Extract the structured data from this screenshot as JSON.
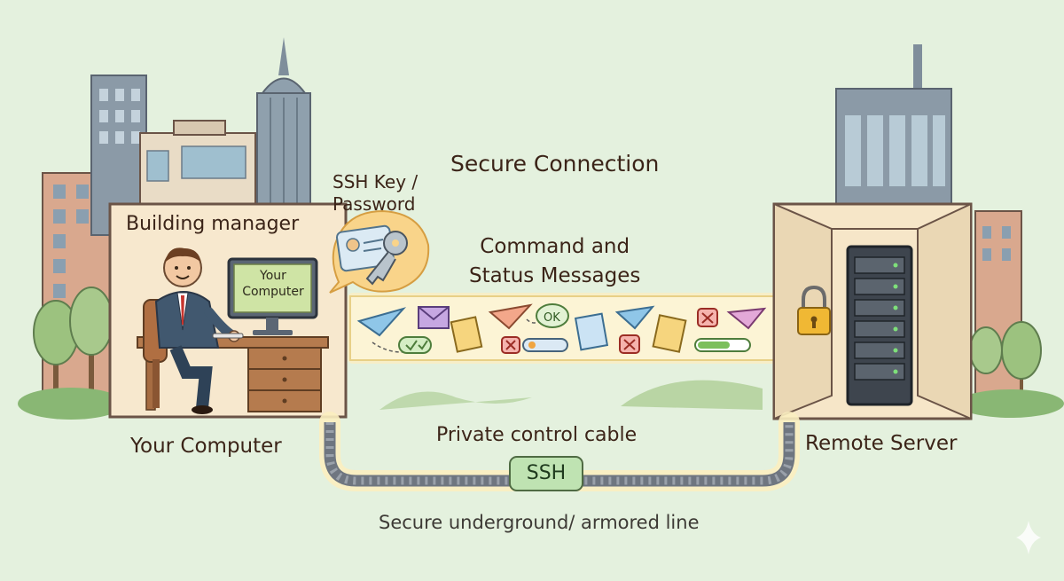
{
  "labels": {
    "title": "Secure Connection",
    "channel_line1": "Command and",
    "channel_line2": "Status Messages",
    "building_manager": "Building manager",
    "key_line1": "SSH Key /",
    "key_line2": "Password",
    "your_computer": "Your Computer",
    "screen_line1": "Your",
    "screen_line2": "Computer",
    "remote_server": "Remote Server",
    "private_cable": "Private control cable",
    "ssh_badge": "SSH",
    "ok_bubble": "OK",
    "armored_line": "Secure underground/ armored line"
  },
  "colors": {
    "background": "#e4f1de",
    "channel_glow": "#fbeec0",
    "cable": "#6f7680",
    "ssh_badge": "#bfe3b2",
    "room_wall": "#f6e6c8",
    "lock": "#f0b834"
  },
  "icons": [
    "paper-plane-icon",
    "envelope-icon",
    "check-icon",
    "document-icon",
    "error-x-icon",
    "ok-bubble-icon",
    "progress-bar-icon",
    "id-card-icon",
    "key-icon",
    "padlock-icon",
    "server-rack-icon",
    "sparkle-icon"
  ]
}
